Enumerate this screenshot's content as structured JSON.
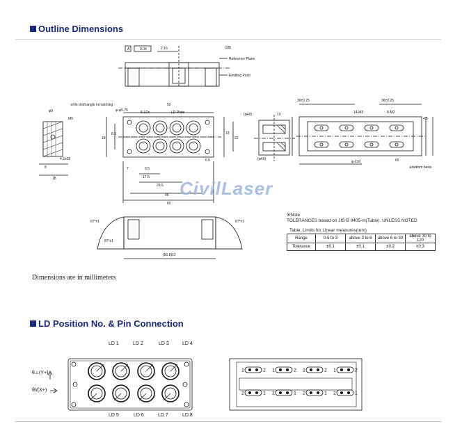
{
  "section1": {
    "title": "Outline Dimensions"
  },
  "section2": {
    "title": "LD Position No. & Pin Connection"
  },
  "dimensions_note": "Dimensions are in millimeters",
  "watermark": "CivilLaser",
  "note": {
    "mark": "※Note",
    "text": "TOLERANCES based on JIS B 0405-m(Table). UNLESS NOTED",
    "table_title": "Table. Limits for Linear measures(mm)",
    "range_label": "Range",
    "tolerance_label": "Tolerance",
    "ranges": [
      "0.5 to 3",
      "above 3 to 6",
      "above 6 to 30",
      "above 30 to 120"
    ],
    "tolerances": [
      "±0.1",
      "±0.1",
      "±0.2",
      "±0.3"
    ]
  },
  "drawing_labels": {
    "reference_plane": "Reference Plane",
    "emitting_point": "Emitting Point",
    "ld_plate": "LD Plate",
    "ld_count": "8-LDs",
    "bottom_basis": "※bottom basis",
    "no_draft": "※No draft angle in hatching",
    "dim_50": "50",
    "dim_17": "17.5",
    "dim_29": "29.5",
    "dim_46": "46",
    "dim_60": "60",
    "dim_65": "65",
    "dim_7": "7",
    "dim_18": "18",
    "dim_1508": "(50.8)±2",
    "angle_left": "87°±1",
    "angle_right": "87°±1"
  },
  "ld_labels_top": [
    "LD 1",
    "LD 2",
    "LD 3",
    "LD 4"
  ],
  "ld_labels_bottom": [
    "LD 5",
    "LD 6",
    "LD 7",
    "LD 8"
  ],
  "axis_perp": "θ⊥(Y+)",
  "axis_par": "θ//(X+)",
  "pin_labels_top": [
    "1",
    "2",
    "1",
    "2",
    "1",
    "2",
    "1",
    "2"
  ],
  "pin_labels_bottom": [
    "2",
    "1",
    "2",
    "1",
    "2",
    "1",
    "2",
    "1"
  ]
}
